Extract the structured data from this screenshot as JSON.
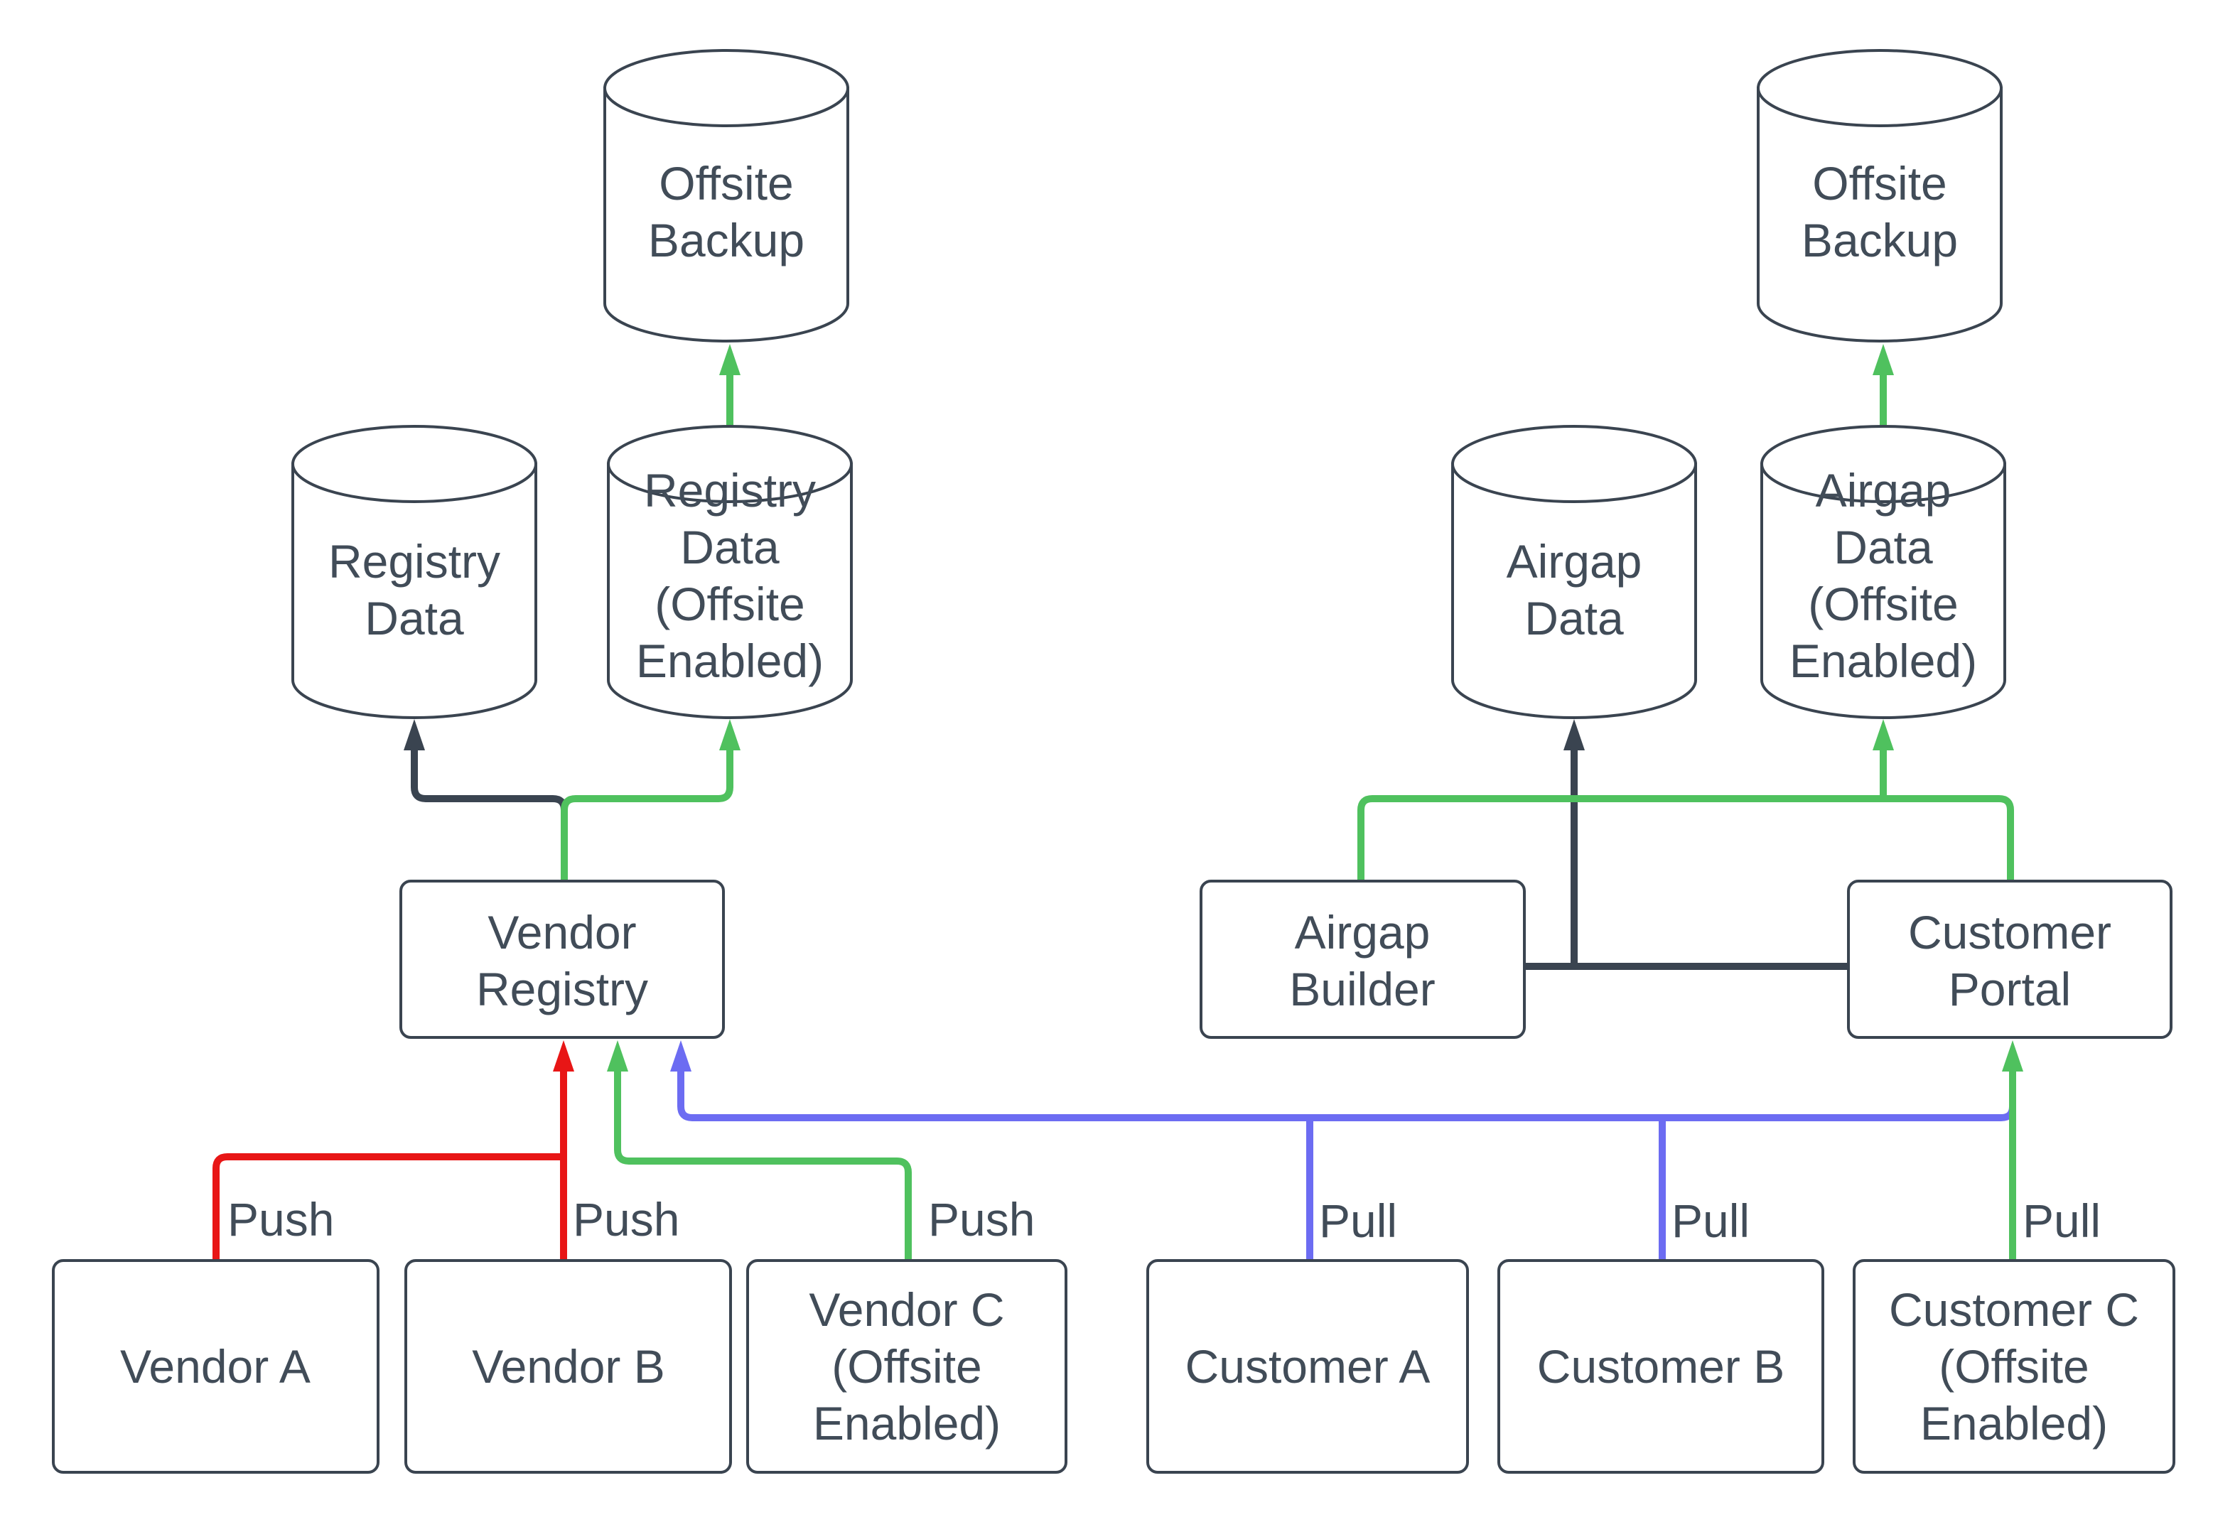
{
  "colors": {
    "dark": "#3a4450",
    "text": "#414c58",
    "red": "#e81616",
    "green": "#4fc15e",
    "blue": "#6c6cf2",
    "background": "#ffffff"
  },
  "nodes": {
    "offsite_backup_left": {
      "type": "database",
      "lines": [
        "Offsite",
        "Backup"
      ]
    },
    "registry_data": {
      "type": "database",
      "lines": [
        "Registry",
        "Data"
      ]
    },
    "registry_data_offsite": {
      "type": "database",
      "lines": [
        "Registry",
        "Data",
        "(Offsite",
        "Enabled)"
      ]
    },
    "vendor_registry": {
      "type": "process",
      "lines": [
        "Vendor",
        "Registry"
      ]
    },
    "vendor_a": {
      "type": "process",
      "lines": [
        "Vendor A"
      ]
    },
    "vendor_b": {
      "type": "process",
      "lines": [
        "Vendor B"
      ]
    },
    "vendor_c": {
      "type": "process",
      "lines": [
        "Vendor C",
        "(Offsite",
        "Enabled)"
      ]
    },
    "offsite_backup_right": {
      "type": "database",
      "lines": [
        "Offsite",
        "Backup"
      ]
    },
    "airgap_data": {
      "type": "database",
      "lines": [
        "Airgap",
        "Data"
      ]
    },
    "airgap_data_offsite": {
      "type": "database",
      "lines": [
        "Airgap",
        "Data",
        "(Offsite",
        "Enabled)"
      ]
    },
    "airgap_builder": {
      "type": "process",
      "lines": [
        "Airgap",
        "Builder"
      ]
    },
    "customer_portal": {
      "type": "process",
      "lines": [
        "Customer",
        "Portal"
      ]
    },
    "customer_a": {
      "type": "process",
      "lines": [
        "Customer A"
      ]
    },
    "customer_b": {
      "type": "process",
      "lines": [
        "Customer B"
      ]
    },
    "customer_c": {
      "type": "process",
      "lines": [
        "Customer C",
        "(Offsite",
        "Enabled)"
      ]
    }
  },
  "edges": [
    {
      "from": "vendor_registry",
      "to": "registry_data",
      "color": "dark",
      "label": ""
    },
    {
      "from": "vendor_registry",
      "to": "registry_data_offsite",
      "color": "green",
      "label": ""
    },
    {
      "from": "registry_data_offsite",
      "to": "offsite_backup_left",
      "color": "green",
      "label": ""
    },
    {
      "from": "vendor_a",
      "to": "vendor_registry",
      "color": "red",
      "label": "Push"
    },
    {
      "from": "vendor_b",
      "to": "vendor_registry",
      "color": "red",
      "label": "Push"
    },
    {
      "from": "vendor_c",
      "to": "vendor_registry",
      "color": "green",
      "label": "Push"
    },
    {
      "from": "customer_a",
      "to": "vendor_registry",
      "color": "blue",
      "label": "Pull"
    },
    {
      "from": "customer_b",
      "to": "vendor_registry",
      "color": "blue",
      "label": "Pull"
    },
    {
      "from": "customer_c",
      "to": "customer_portal",
      "color": "green",
      "label": "Pull"
    },
    {
      "from": "airgap_builder",
      "to": "airgap_data",
      "color": "dark",
      "label": ""
    },
    {
      "from": "airgap_builder",
      "to": "customer_portal",
      "color": "dark",
      "label": ""
    },
    {
      "from": "customer_portal",
      "to": "airgap_data_offsite",
      "color": "green",
      "label": ""
    },
    {
      "from": "airgap_builder",
      "to": "airgap_data_offsite",
      "color": "green",
      "label": ""
    },
    {
      "from": "airgap_data_offsite",
      "to": "offsite_backup_right",
      "color": "green",
      "label": ""
    }
  ]
}
